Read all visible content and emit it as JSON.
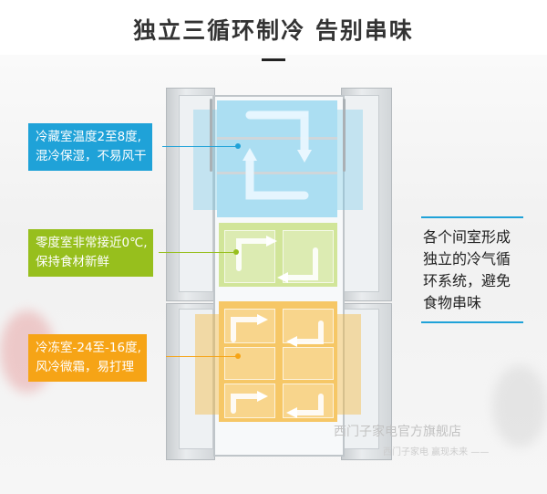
{
  "title": "独立三循环制冷 告别串味",
  "callouts": {
    "fridge": [
      "冷藏室温度2至8度,",
      "混冷保湿，不易风干"
    ],
    "zero": [
      "零度室非常接近0℃,",
      "保持食材新鲜"
    ],
    "freezer": [
      "冷冻室-24至-16度,",
      "风冷微霜，易打理"
    ]
  },
  "right_text": [
    "各个间室形成",
    "独立的冷气循",
    "环系统，避免",
    "食物串味"
  ],
  "watermark": "西门子家电官方旗舰店",
  "watermark_sub": "西门子家电 赢现未来 ——",
  "colors": {
    "blue": "#1fa2d8",
    "green": "#97bf1d",
    "orange": "#f6a416"
  }
}
